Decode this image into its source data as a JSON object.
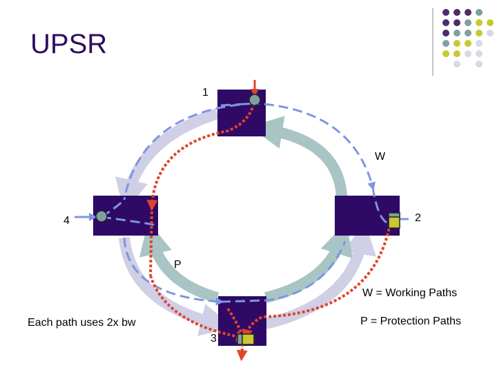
{
  "title": "UPSR",
  "nodes": [
    {
      "id": "1",
      "label": "1"
    },
    {
      "id": "2",
      "label": "2"
    },
    {
      "id": "3",
      "label": "3"
    },
    {
      "id": "4",
      "label": "4"
    }
  ],
  "ring_labels": {
    "working": "W",
    "protection": "P"
  },
  "legend": {
    "working": "W = Working Paths",
    "protection": "P = Protection Paths"
  },
  "note": "Each path uses 2x bw",
  "colors": {
    "title": "#2e0d5e",
    "node": "#2e0a66",
    "working_path": "#7f95e0",
    "protection_path": "#e0442a",
    "ring_inner": "#a8c4c4",
    "ring_outer": "#cfcfe6",
    "dot_grid": [
      "#4e2a6e",
      "#7fa0a0",
      "#c8c832",
      "#d8d8ea"
    ]
  },
  "icons": {
    "transmitter": "circle-transmitter-icon",
    "receiver": "selector-receiver-icon"
  }
}
